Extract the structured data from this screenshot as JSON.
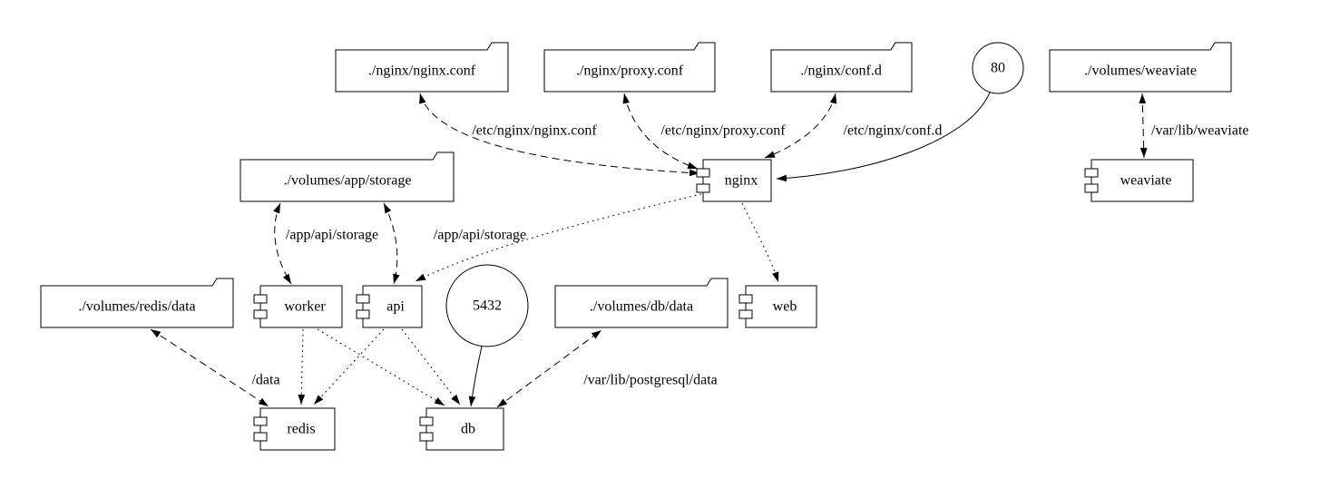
{
  "diagram": {
    "background": "#ffffff",
    "stroke_color": "#000000",
    "nodes": {
      "nginx_conf": {
        "label": "./nginx/nginx.conf",
        "type": "folder"
      },
      "proxy_conf": {
        "label": "./nginx/proxy.conf",
        "type": "folder"
      },
      "conf_d": {
        "label": "./nginx/conf.d",
        "type": "folder"
      },
      "port_80": {
        "label": "80",
        "type": "port"
      },
      "volumes_weaviate": {
        "label": "./volumes/weaviate",
        "type": "folder"
      },
      "volumes_app_storage": {
        "label": "./volumes/app/storage",
        "type": "folder"
      },
      "nginx": {
        "label": "nginx",
        "type": "service"
      },
      "weaviate": {
        "label": "weaviate",
        "type": "service"
      },
      "volumes_redis_data": {
        "label": "./volumes/redis/data",
        "type": "folder"
      },
      "worker": {
        "label": "worker",
        "type": "service"
      },
      "api": {
        "label": "api",
        "type": "service"
      },
      "port_5432": {
        "label": "5432",
        "type": "port"
      },
      "volumes_db_data": {
        "label": "./volumes/db/data",
        "type": "folder"
      },
      "web": {
        "label": "web",
        "type": "service"
      },
      "redis": {
        "label": "redis",
        "type": "service"
      },
      "db": {
        "label": "db",
        "type": "service"
      }
    },
    "edges": [
      {
        "from": "nginx",
        "to": "nginx_conf",
        "style": "dashed",
        "dir": "both",
        "label": "/etc/nginx/nginx.conf"
      },
      {
        "from": "nginx",
        "to": "proxy_conf",
        "style": "dashed",
        "dir": "both",
        "label": "/etc/nginx/proxy.conf"
      },
      {
        "from": "nginx",
        "to": "conf_d",
        "style": "dashed",
        "dir": "both",
        "label": "/etc/nginx/conf.d"
      },
      {
        "from": "port_80",
        "to": "nginx",
        "style": "solid",
        "dir": "forward",
        "label": ""
      },
      {
        "from": "weaviate",
        "to": "volumes_weaviate",
        "style": "dashed",
        "dir": "both",
        "label": "/var/lib/weaviate"
      },
      {
        "from": "worker",
        "to": "volumes_app_storage",
        "style": "dashed",
        "dir": "both",
        "label": "/app/api/storage"
      },
      {
        "from": "api",
        "to": "volumes_app_storage",
        "style": "dashed",
        "dir": "both",
        "label": "/app/api/storage"
      },
      {
        "from": "redis",
        "to": "volumes_redis_data",
        "style": "dashed",
        "dir": "both",
        "label": "/data"
      },
      {
        "from": "db",
        "to": "volumes_db_data",
        "style": "dashed",
        "dir": "both",
        "label": "/var/lib/postgresql/data"
      },
      {
        "from": "port_5432",
        "to": "db",
        "style": "solid",
        "dir": "forward",
        "label": ""
      },
      {
        "from": "nginx",
        "to": "api",
        "style": "dotted",
        "dir": "forward",
        "label": ""
      },
      {
        "from": "nginx",
        "to": "web",
        "style": "dotted",
        "dir": "forward",
        "label": ""
      },
      {
        "from": "worker",
        "to": "redis",
        "style": "dotted",
        "dir": "forward",
        "label": ""
      },
      {
        "from": "worker",
        "to": "db",
        "style": "dotted",
        "dir": "forward",
        "label": ""
      },
      {
        "from": "api",
        "to": "redis",
        "style": "dotted",
        "dir": "forward",
        "label": ""
      },
      {
        "from": "api",
        "to": "db",
        "style": "dotted",
        "dir": "forward",
        "label": ""
      }
    ]
  }
}
